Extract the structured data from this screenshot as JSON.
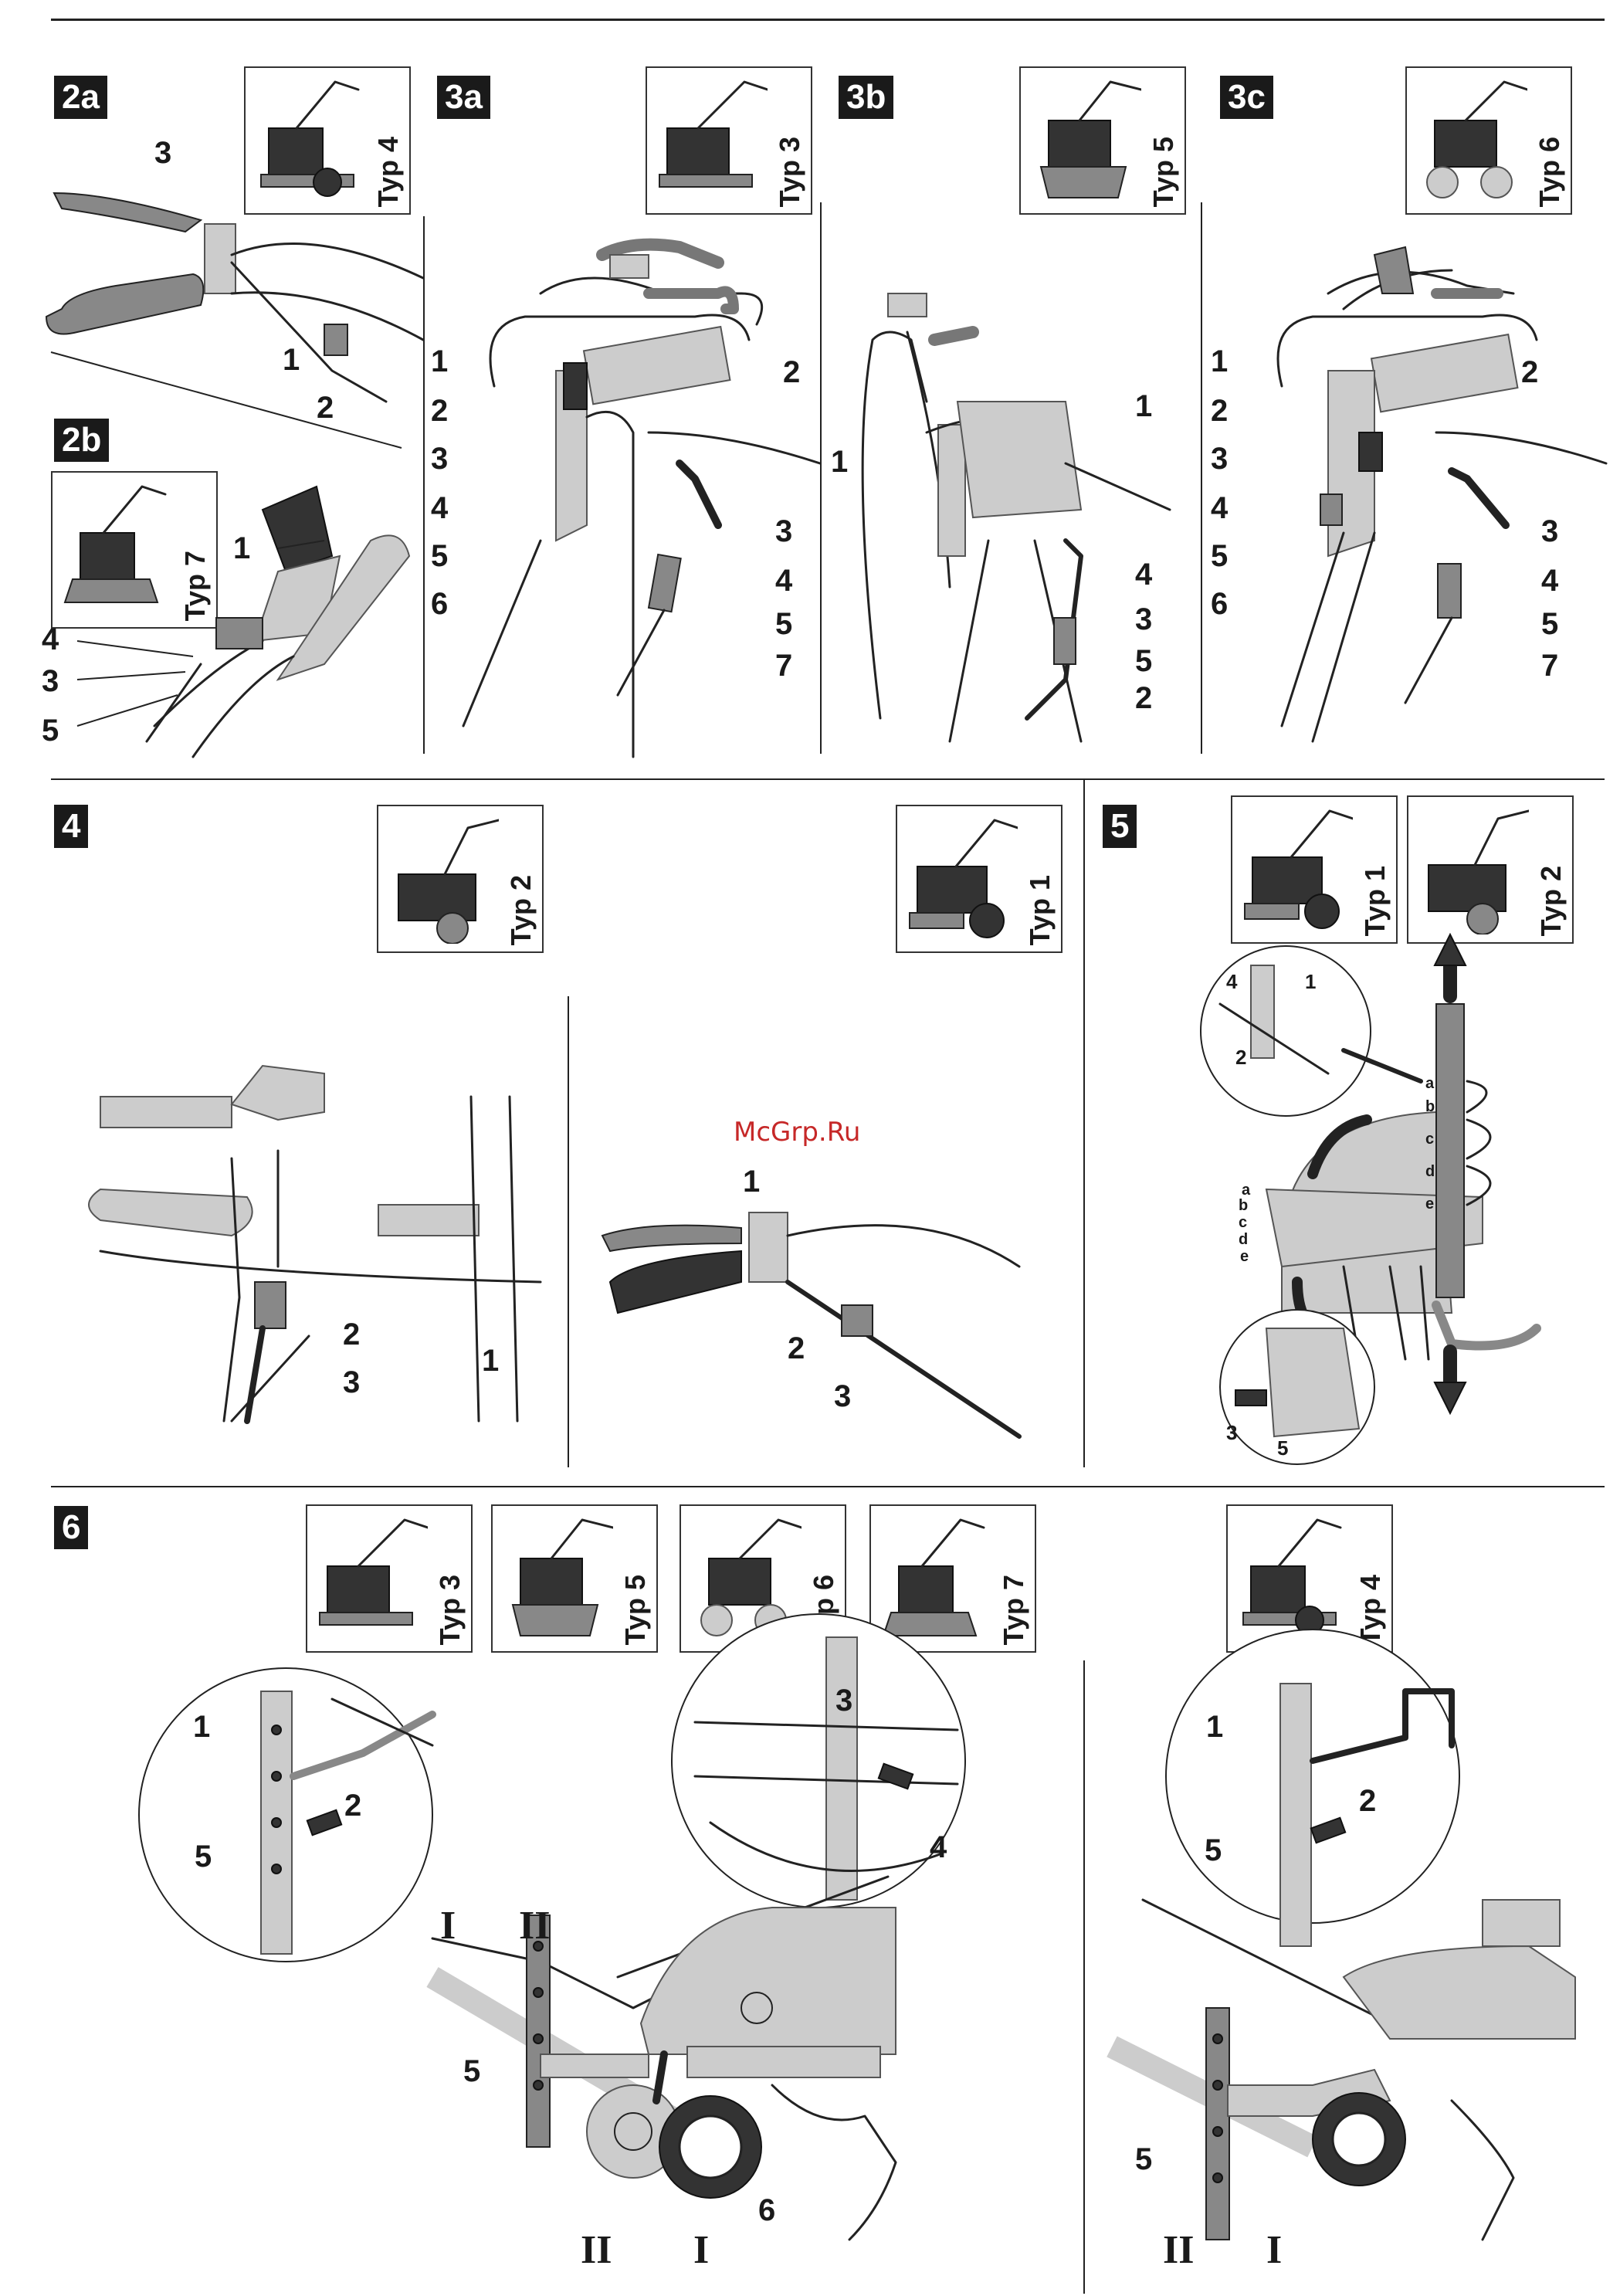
{
  "watermark": "McGrp.Ru",
  "figures": {
    "f2a": {
      "tag": "2a",
      "typ": "Typ 4",
      "callouts": [
        "3",
        "1",
        "2"
      ]
    },
    "f2b": {
      "tag": "2b",
      "typ": "Typ 7",
      "callouts": [
        "1",
        "4",
        "3",
        "5"
      ]
    },
    "f3a": {
      "tag": "3a",
      "typ": "Typ 3",
      "left_callouts": [
        "1",
        "2",
        "3",
        "4",
        "5",
        "6"
      ],
      "right_callouts": [
        "2",
        "3",
        "4",
        "5",
        "7"
      ]
    },
    "f3b": {
      "tag": "3b",
      "typ": "Typ 5",
      "callouts": [
        "1",
        "1",
        "4",
        "3",
        "5",
        "2"
      ]
    },
    "f3c": {
      "tag": "3c",
      "typ": "Typ 6",
      "left_callouts": [
        "1",
        "2",
        "3",
        "4",
        "5",
        "6"
      ],
      "right_callouts": [
        "2",
        "3",
        "4",
        "5",
        "7"
      ]
    },
    "f4": {
      "tag": "4",
      "typ_left": "Typ 2",
      "typ_right": "Typ 1",
      "left_callouts": [
        "2",
        "3",
        "1"
      ],
      "right_callouts": [
        "1",
        "2",
        "3"
      ]
    },
    "f5": {
      "tag": "5",
      "typ_left": "Typ 1",
      "typ_right": "Typ 2",
      "detail_callouts": [
        "4",
        "1",
        "2",
        "3",
        "5"
      ],
      "holes": [
        "a",
        "b",
        "c",
        "d",
        "e"
      ]
    },
    "f6": {
      "tag": "6",
      "typs": [
        "Typ 3",
        "Typ 5",
        "Typ 6",
        "Typ 7",
        "Typ 4"
      ],
      "callouts_left_detail": [
        "1",
        "2",
        "5"
      ],
      "callouts_right_detail": [
        "3",
        "4"
      ],
      "callouts_right_panel": [
        "1",
        "2",
        "5"
      ],
      "positions": [
        "I",
        "II"
      ],
      "labels_bottom": [
        "5",
        "6",
        "5"
      ]
    }
  }
}
